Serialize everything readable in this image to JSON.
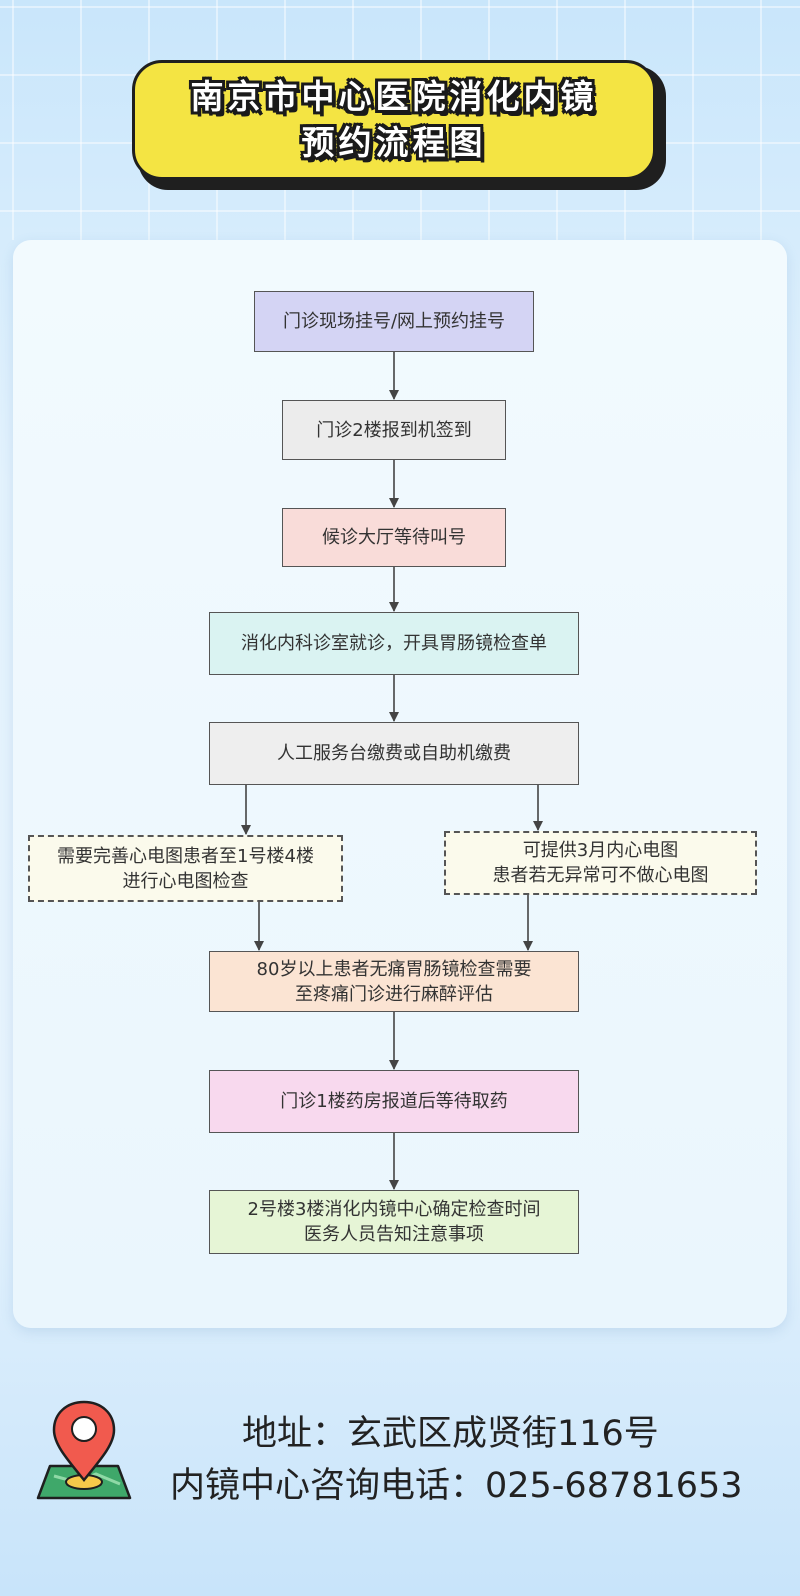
{
  "title": {
    "line1": "南京市中心医院消化内镜",
    "line2": "预约流程图"
  },
  "flow": {
    "step1": "门诊现场挂号/网上预约挂号",
    "step2": "门诊2楼报到机签到",
    "step3": "候诊大厅等待叫号",
    "step4": "消化内科诊室就诊，开具胃肠镜检查单",
    "step5": "人工服务台缴费或自助机缴费",
    "left_note": {
      "line1": "需要完善心电图患者至1号楼4楼",
      "line2": "进行心电图检查"
    },
    "right_note": {
      "line1": "可提供3月内心电图",
      "line2": "患者若无异常可不做心电图"
    },
    "step6": {
      "line1": "80岁以上患者无痛胃肠镜检查需要",
      "line2": "至疼痛门诊进行麻醉评估"
    },
    "step7": "门诊1楼药房报道后等待取药",
    "step8": {
      "line1": "2号楼3楼消化内镜中心确定检查时间",
      "line2": "医务人员告知注意事项"
    }
  },
  "colors": {
    "step1": "#d4d4f4",
    "step2": "#ececec",
    "step3": "#f9dcd9",
    "step4": "#daf3f2",
    "step5": "#eeeeee",
    "note": "#fbfaec",
    "step6": "#fbe4d3",
    "step7": "#f8d9ee",
    "step8": "#e6f5d6",
    "title_bg": "#f4e443",
    "pin_red": "#f15a4e",
    "map_green": "#3fa86a"
  },
  "footer": {
    "icon": "location-pin-map-icon",
    "address": "地址：玄武区成贤街116号",
    "phone": "内镜中心咨询电话：025-68781653"
  }
}
